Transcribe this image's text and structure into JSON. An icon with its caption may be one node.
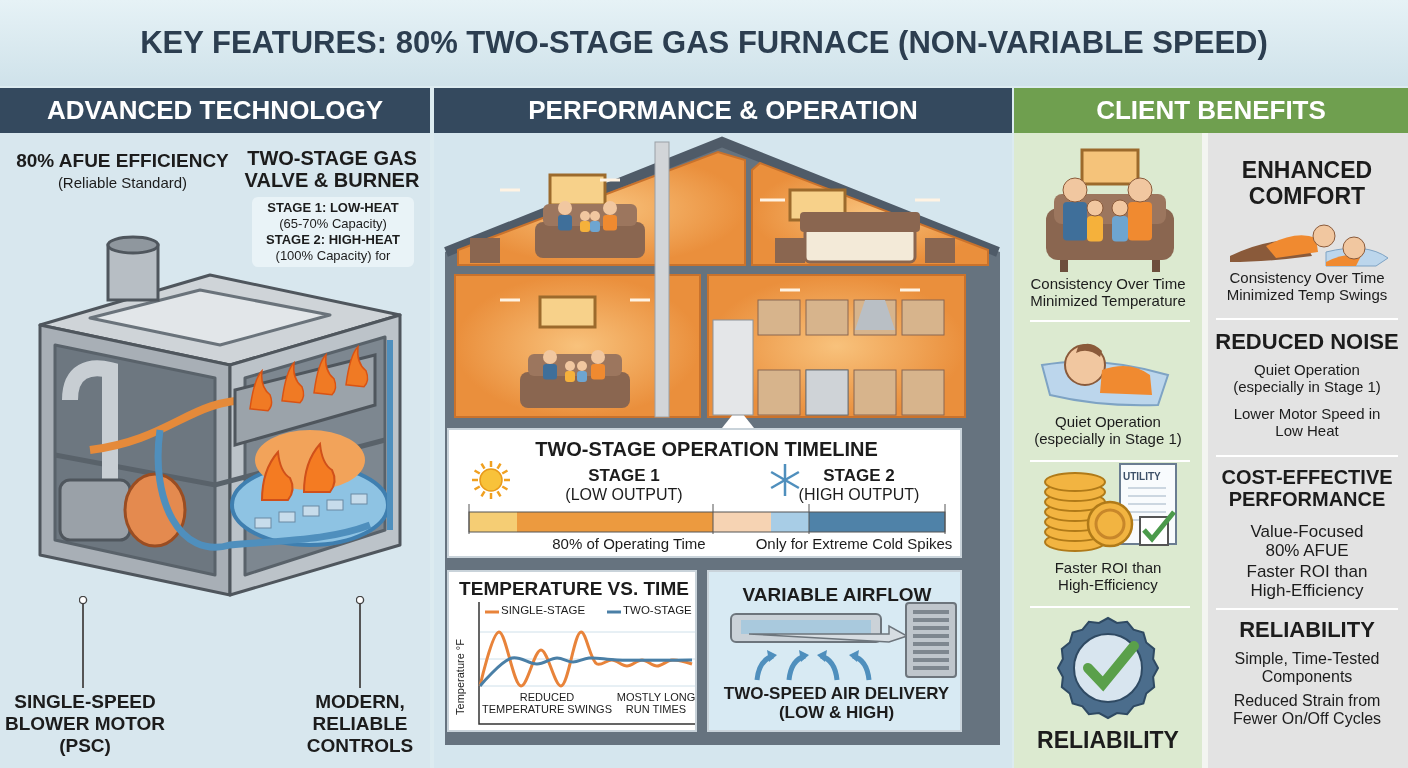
{
  "diagram": {
    "title": "KEY FEATURES: 80% TWO-STAGE GAS FURNACE (NON-VARIABLE SPEED)",
    "nodes": [
      {
        "text": [
          "ADVANCED TECHNOLOGY"
        ]
      },
      {
        "text": [
          "PERFORMANCE & OPERATION"
        ]
      },
      {
        "text": [
          "CLIENT BENEFITS"
        ]
      },
      {
        "text": [],
        "shape": "picture",
        "in": 0
      },
      {
        "text": [
          "SINGLE-SPEED BLOWER MOTOR (PSC)"
        ],
        "in": 0
      },
      {
        "text": [
          "MODERN, RELIABLE CONTROLS"
        ],
        "in": 0
      },
      {
        "text": [
          "TWO-STAGE GAS VALVE & BURNER",
          "STAGE 1: LOW-HEAT",
          "(65-70% Capacity)",
          "STAGE 2: HIGH-HEAT",
          "(100% Capacity) for"
        ],
        "in": 0
      },
      {
        "text": [
          "TWO-STAGE OPERATION TIMELINE",
          "STAGE 1",
          "(LOW OUTPUT)",
          "STAGE 2",
          "(HIGH OUTPUT)",
          "80% of Operating Time",
          "Only for Extreme Cold Spikes"
        ],
        "in": 1
      },
      {
        "text": [
          "TEMPERATURE VS. TIME",
          "Temperature °F",
          "REDUCED TEMPERATURE SWINGS",
          "MOSTLY LONG RUN TIMES"
        ],
        "in": 1
      },
      {
        "text": [
          "VARIABLE AIRFLOW",
          "TWO-SPEED AIR DELIVERY (LOW & HIGH)"
        ],
        "in": 1
      }
    ],
    "edges": [
      {
        "from": 4,
        "to": 3,
        "arrow": "other"
      },
      {
        "from": 5,
        "to": 3,
        "arrow": "other"
      }
    ],
    "labels": [
      "80% AFUE EFFICIENCY",
      "(Reliable Standard)",
      "Consistency Over Time Minimized Temperature",
      "Quiet Operation (especially in Stage 1)",
      "UTILITY",
      "Faster ROI than High-Efficiency",
      "RELIABILITY",
      "ENHANCED COMFORT",
      "Consistency Over Time Minimized Temp Swings",
      "REDUCED NOISE",
      "Quiet Operation (especially in Stage 1)",
      "Lower Motor Speed in Low Heat",
      "COST-EFFECTIVE PERFORMANCE",
      "Value-Focused 80% AFUE",
      "Faster ROI than High-Efficiency",
      "RELIABILITY",
      "Simple, Time-Tested Components",
      "Reduced Strain from Fewer On/Off Cycles"
    ],
    "legend": [
      {
        "text": "SINGLE-STAGE"
      },
      {
        "text": "TWO-STAGE"
      }
    ]
  }
}
